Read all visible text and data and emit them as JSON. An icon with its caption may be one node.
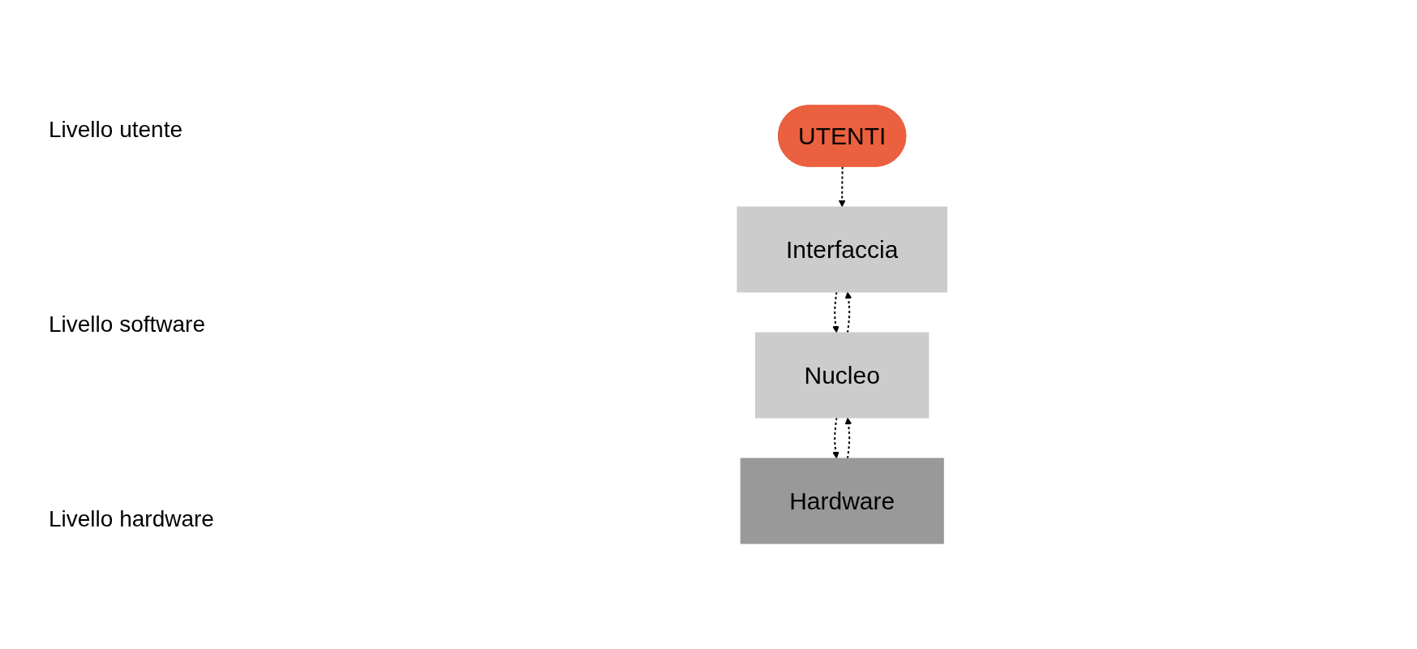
{
  "diagram": {
    "nodes": [
      {
        "text": [
          "UTENTI"
        ]
      },
      {
        "text": [
          "Interfaccia"
        ]
      },
      {
        "text": [
          "Nucleo"
        ]
      },
      {
        "text": [
          "Hardware"
        ]
      }
    ],
    "edges": [
      {
        "from": 0,
        "to": 1,
        "arrow": "to",
        "style": "dashed"
      },
      {
        "from": 1,
        "to": 2,
        "arrow": "to",
        "style": "dashed"
      },
      {
        "from": 2,
        "to": 1,
        "arrow": "to",
        "style": "dashed"
      },
      {
        "from": 2,
        "to": 3,
        "arrow": "to",
        "style": "dashed"
      },
      {
        "from": 3,
        "to": 2,
        "arrow": "to",
        "style": "dashed"
      }
    ],
    "labels": [
      "Livello utente",
      "Livello software",
      "Livello hardware"
    ]
  }
}
